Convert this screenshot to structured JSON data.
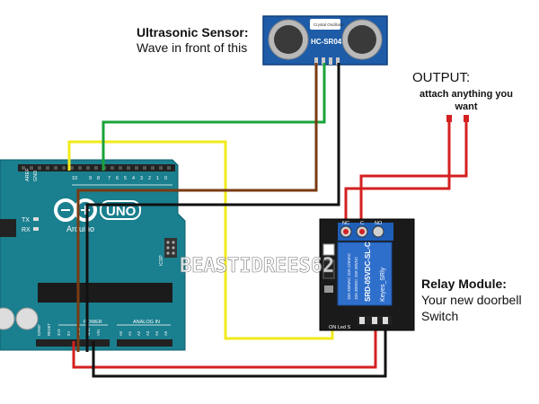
{
  "labels": {
    "sensor_title": "Ultrasonic Sensor:",
    "sensor_sub": "Wave in front of this",
    "output_title": "OUTPUT:",
    "output_sub": "attach anything you want",
    "relay_title": "Relay Module:",
    "relay_sub1": "Your new doorbell",
    "relay_sub2": "Switch"
  },
  "sensor": {
    "model": "HC-SR04",
    "crystal": "Crystal Oscillator"
  },
  "arduino": {
    "brand": "Arduino",
    "model": "UNO",
    "tx": "TX",
    "rx": "RX",
    "icsp": "ICSP",
    "power": "POWER",
    "analog": "ANALOG IN",
    "gnd": "GND",
    "aref": "AREF",
    "pin_labels": [
      "10",
      "9",
      "8",
      "7",
      "6",
      "5",
      "4",
      "3",
      "2",
      "1",
      "0"
    ],
    "power_pins": [
      "IOREF",
      "RESET",
      "3V3",
      "5V",
      "GND",
      "GND",
      "VIN"
    ],
    "analog_pins": [
      "A0",
      "A1",
      "A2",
      "A3",
      "A4",
      "A5"
    ]
  },
  "relay": {
    "terminals": [
      "NC",
      "C",
      "NO"
    ],
    "relay_lines": [
      "10A 250VAC  10A 125VAC",
      "10A 30VDC  10A 28VDC"
    ],
    "relay_part": "SRD-05VDC-SL-C",
    "brand": "Keyes_SRly",
    "pins_label": "ON Led  S"
  },
  "watermark": "BEASTIDREES62",
  "colors": {
    "yellow_wire": "#f2ea1c",
    "green_wire": "#1aa33a",
    "brown_wire": "#7a3b12",
    "black_wire": "#111111",
    "red_wire": "#d42020",
    "board": "#1a7f8e",
    "relay_board": "#1a1a1a",
    "relay_block": "#1f5fb8"
  }
}
